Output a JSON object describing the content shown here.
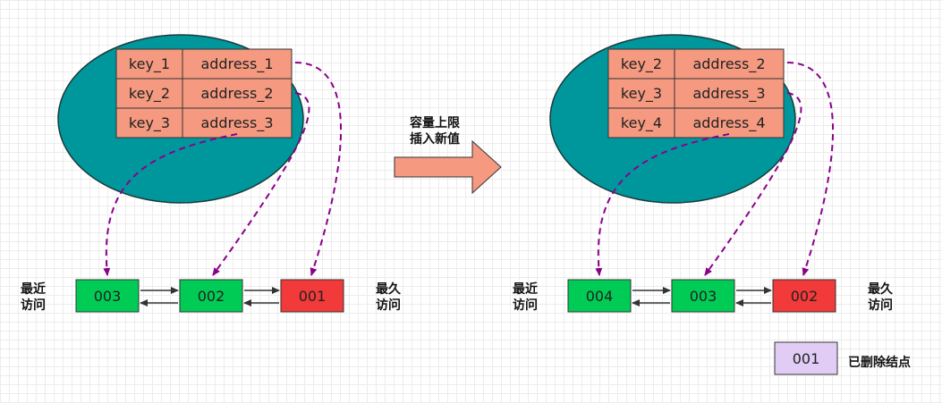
{
  "colors": {
    "ellipse": "#00979c",
    "cell": "#f59a80",
    "node_green": "#00cc55",
    "node_red": "#f23a3a",
    "node_deleted": "#e0ccf5",
    "pointer_arrow": "#8b008b",
    "main_arrow": "#f59a80"
  },
  "left": {
    "rows": [
      {
        "key": "key_1",
        "value": "address_1"
      },
      {
        "key": "key_2",
        "value": "address_2"
      },
      {
        "key": "key_3",
        "value": "address_3"
      }
    ],
    "nodes": [
      "003",
      "002",
      "001"
    ],
    "recent_label": [
      "最近",
      "访问"
    ],
    "oldest_label": [
      "最久",
      "访问"
    ]
  },
  "middle": {
    "caption": [
      "容量上限",
      "插入新值"
    ]
  },
  "right": {
    "rows": [
      {
        "key": "key_2",
        "value": "address_2"
      },
      {
        "key": "key_3",
        "value": "address_3"
      },
      {
        "key": "key_4",
        "value": "address_4"
      }
    ],
    "nodes": [
      "004",
      "003",
      "002"
    ],
    "recent_label": [
      "最近",
      "访问"
    ],
    "oldest_label": [
      "最久",
      "访问"
    ]
  },
  "legend": {
    "node": "001",
    "label": "已删除结点"
  }
}
